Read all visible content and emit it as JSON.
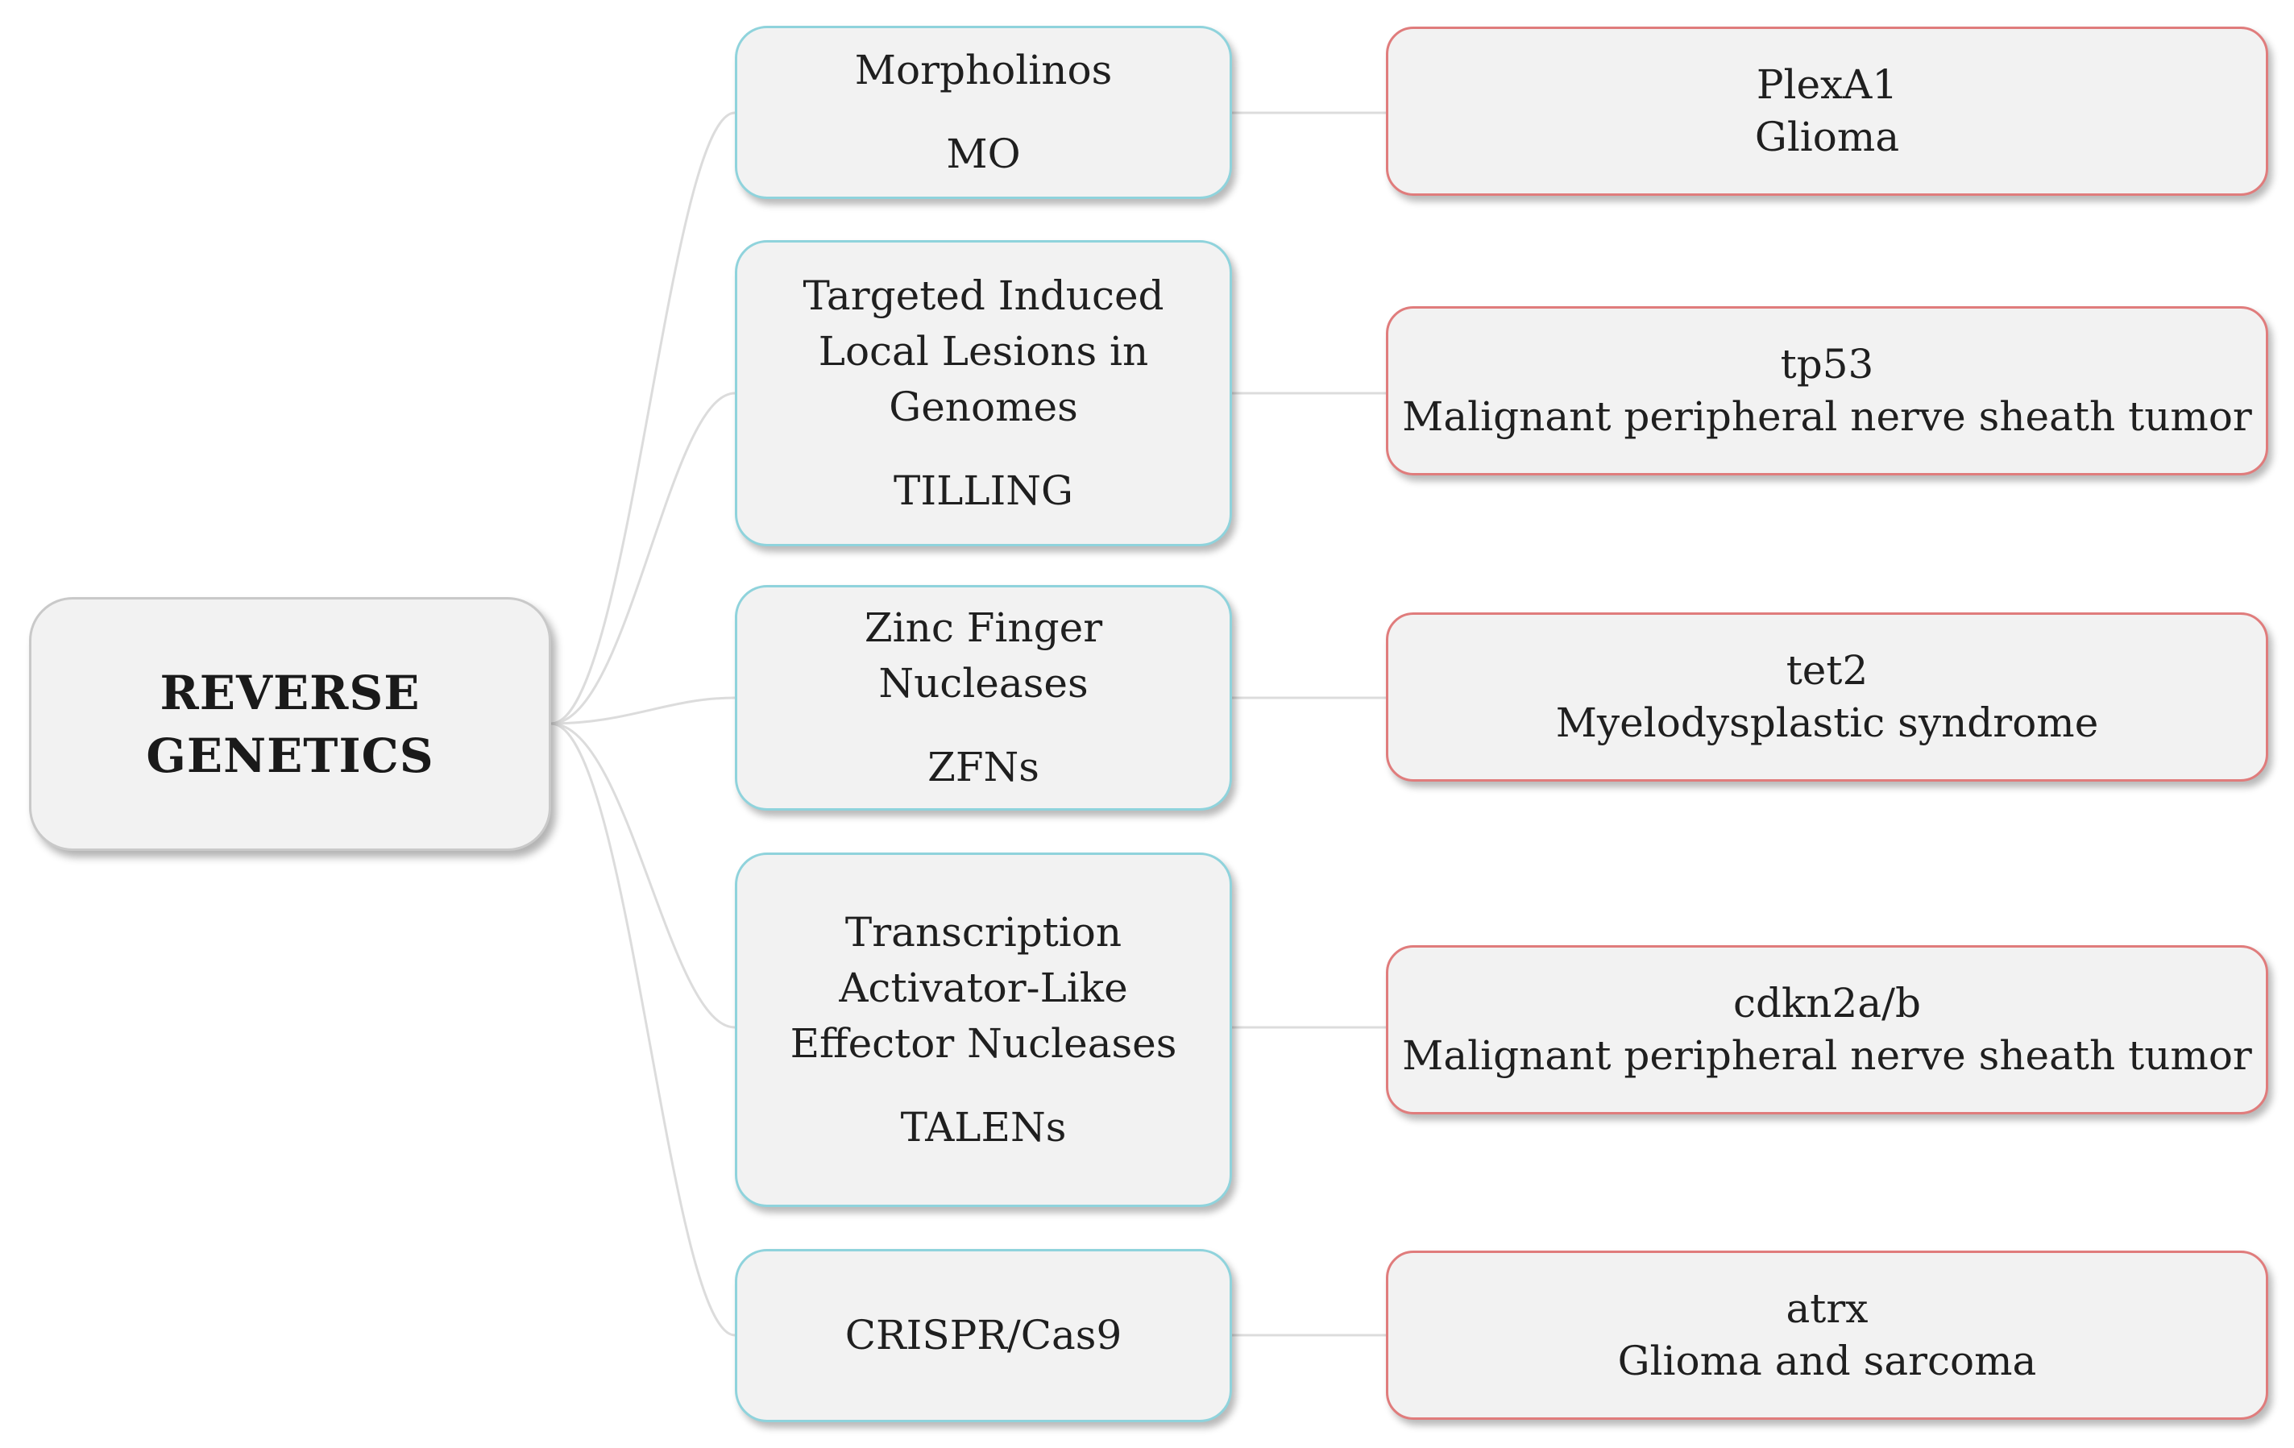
{
  "root": {
    "lines": [
      "REVERSE",
      "GENETICS"
    ]
  },
  "methods": [
    {
      "name": [
        "Morpholinos"
      ],
      "abbr": "MO"
    },
    {
      "name": [
        "Targeted Induced",
        "Local Lesions in",
        "Genomes"
      ],
      "abbr": "TILLING"
    },
    {
      "name": [
        "Zinc Finger",
        "Nucleases"
      ],
      "abbr": "ZFNs"
    },
    {
      "name": [
        "Transcription",
        "Activator-Like",
        "Effector Nucleases"
      ],
      "abbr": "TALENs"
    },
    {
      "name": [
        "CRISPR/Cas9"
      ],
      "abbr": ""
    }
  ],
  "examples": [
    {
      "gene": "PlexA1",
      "disease": "Glioma"
    },
    {
      "gene": "tp53",
      "disease": "Malignant peripheral nerve sheath tumor"
    },
    {
      "gene": "tet2",
      "disease": "Myelodysplastic syndrome"
    },
    {
      "gene": "cdkn2a/b",
      "disease": "Malignant peripheral nerve sheath tumor"
    },
    {
      "gene": "atrx",
      "disease": "Glioma and sarcoma"
    }
  ],
  "colors": {
    "root_border": "#c9c9c9",
    "method_border": "#8fd3dc",
    "example_border": "#e07c7c",
    "box_fill": "#f2f2f2",
    "connector": "#dcdcdc"
  }
}
